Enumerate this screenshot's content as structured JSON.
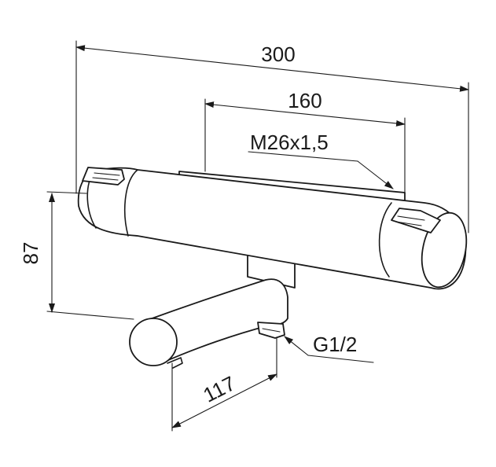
{
  "dimensions": {
    "overall_width": "300",
    "inlet_spacing": "160",
    "inlet_thread": "M26x1,5",
    "height": "87",
    "spout_reach": "117",
    "outlet_thread": "G1/2"
  },
  "colors": {
    "line": "#1a1a1a",
    "background": "#ffffff"
  }
}
